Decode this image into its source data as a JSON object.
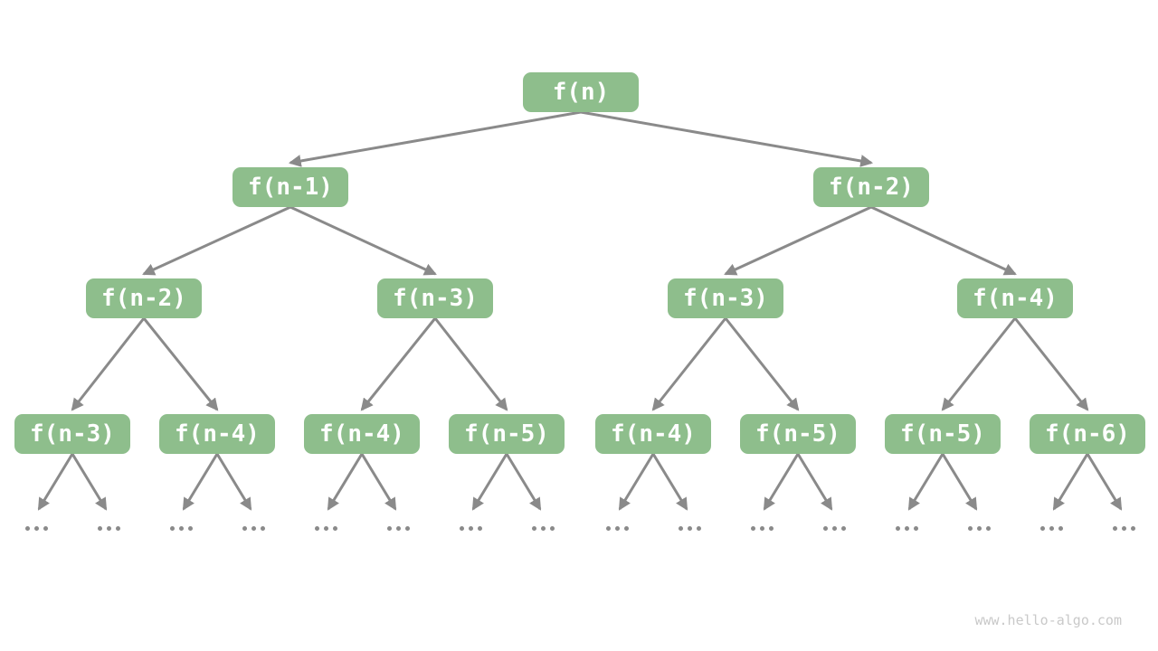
{
  "diagram": {
    "type": "recursion-tree",
    "tree": {
      "levels": [
        {
          "labels": [
            "f(n)"
          ]
        },
        {
          "labels": [
            "f(n-1)",
            "f(n-2)"
          ]
        },
        {
          "labels": [
            "f(n-2)",
            "f(n-3)",
            "f(n-3)",
            "f(n-4)"
          ]
        },
        {
          "labels": [
            "f(n-3)",
            "f(n-4)",
            "f(n-4)",
            "f(n-5)",
            "f(n-4)",
            "f(n-5)",
            "f(n-5)",
            "f(n-6)"
          ]
        }
      ],
      "ellipsis": "...",
      "ellipsis_count": 16
    },
    "colors": {
      "node_fill": "#8EBE8C",
      "node_text": "#FFFFFF",
      "edge": "#8A8A8A",
      "ellipsis_dots": "#8A8A8A",
      "watermark": "#C9C9C9",
      "page_bg": "#FFFFFF"
    },
    "watermark": "www.hello-algo.com"
  }
}
